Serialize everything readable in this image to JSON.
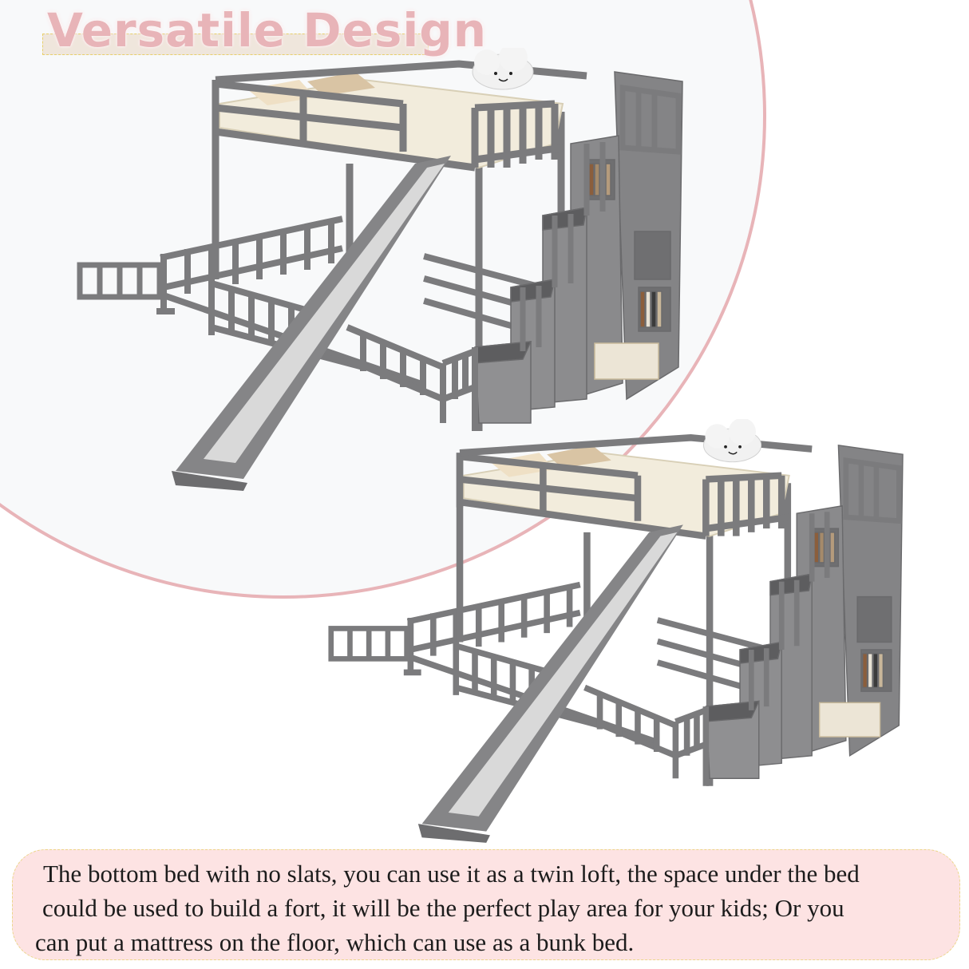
{
  "title": "Versatile Design",
  "colors": {
    "title_pink": "#e8b4b8",
    "arc_stroke": "#e8b4b8",
    "arc_fill": "#f8f9fa",
    "title_highlight": "#efe6dc",
    "caption_bg": "#fde3e3",
    "caption_border": "#ecd68a",
    "frame_gray": "#7b7b7d",
    "slide_surface": "#d9d9d9",
    "mattress": "#f2ecdc"
  },
  "product_images": [
    {
      "label": "bunk bed with slide, stairs and floor bed - view 1",
      "features": [
        "loft bed",
        "slide",
        "storage staircase",
        "floor bed with fence",
        "open gate",
        "cloud pillow"
      ]
    },
    {
      "label": "bunk bed with slide, stairs and floor bed - view 2",
      "features": [
        "loft bed",
        "slide",
        "storage staircase",
        "floor bed with fence",
        "open gate",
        "cloud pillow"
      ]
    }
  ],
  "caption": {
    "lines": [
      "The bottom bed with no slats, you can use it as a twin loft, the space under the bed",
      "could be used to build a fort, it will be the perfect play area for your kids; Or you",
      "can put a mattress on the floor, which can use as a bunk bed."
    ]
  }
}
